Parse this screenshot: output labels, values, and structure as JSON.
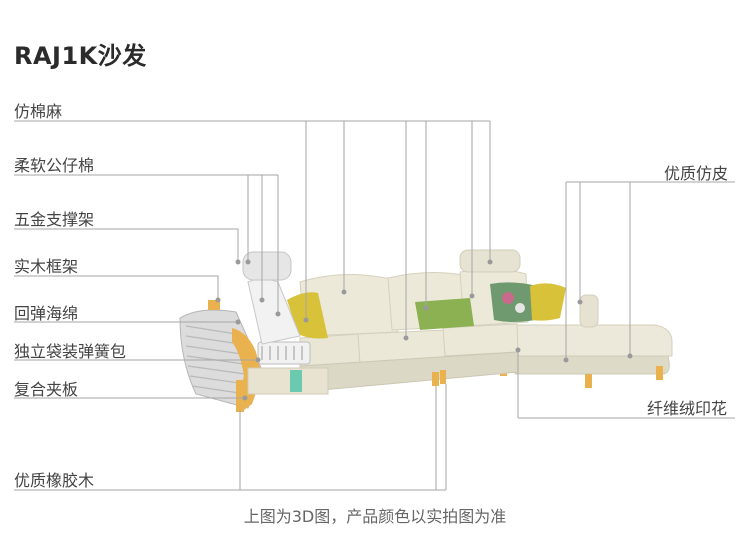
{
  "title": "RAJ1K沙发",
  "labels": {
    "fabric": "仿棉麻",
    "cotton": "柔软公仔棉",
    "frame_metal": "五金支撑架",
    "wood_frame": "实木框架",
    "sponge": "回弹海绵",
    "springs": "独立袋装弹簧包",
    "board": "复合夹板",
    "leather": "优质仿皮",
    "print": "纤维绒印花",
    "rubberwood": "优质橡胶木"
  },
  "caption": "上图为3D图，产品颜色以实拍图为准",
  "colors": {
    "sofa_body": "#e9e6d6",
    "sofa_shadow": "#d7d3c0",
    "pillow_yellow": "#d8c23a",
    "pillow_green": "#8bb152",
    "wood": "#e9b24f",
    "line": "#9a9a9a"
  }
}
